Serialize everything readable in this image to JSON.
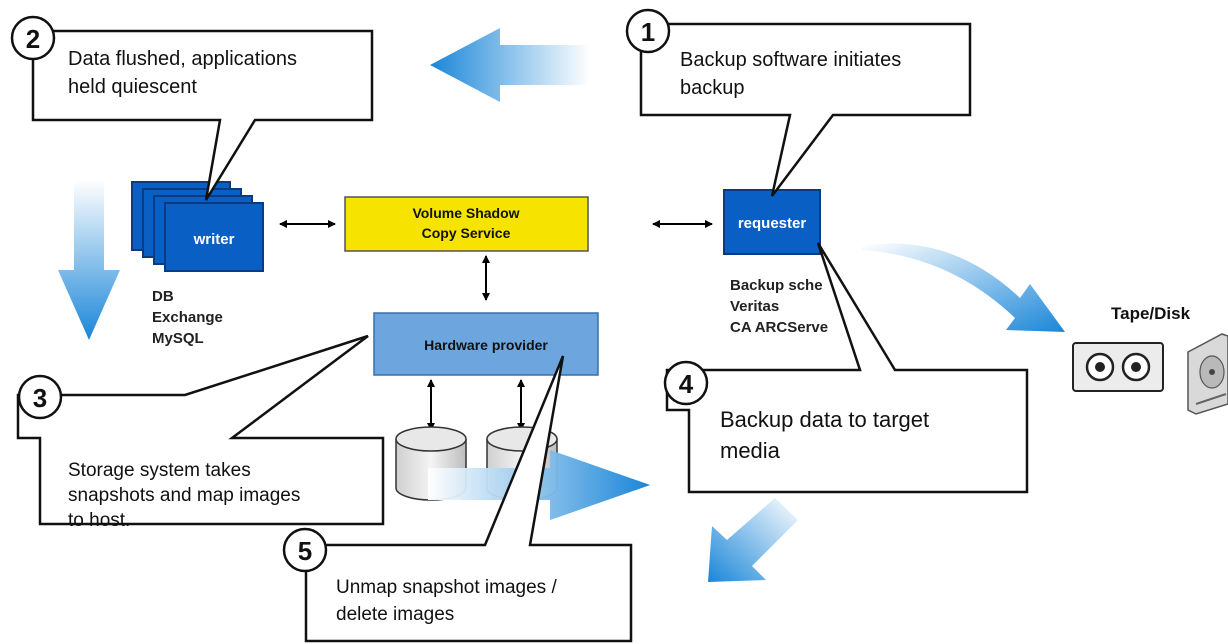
{
  "steps": [
    {
      "number": "1",
      "text_lines": [
        "Backup software initiates",
        "backup"
      ]
    },
    {
      "number": "2",
      "text_lines": [
        "Data flushed, applications",
        "held quiescent"
      ]
    },
    {
      "number": "3",
      "text_lines": [
        "Storage system takes",
        "snapshots and map images",
        "to host."
      ]
    },
    {
      "number": "4",
      "text_lines": [
        "Backup data  to target",
        "media"
      ]
    },
    {
      "number": "5",
      "text_lines": [
        "Unmap snapshot images /",
        "delete images"
      ]
    }
  ],
  "components": {
    "writer": "writer",
    "vss_lines": [
      "Volume Shadow",
      "Copy Service"
    ],
    "requester": "requester",
    "hardware_provider": "Hardware provider"
  },
  "writer_apps": [
    "DB",
    "Exchange",
    "MySQL"
  ],
  "requester_apps": [
    "Backup sche",
    "Veritas",
    "CA ARCServe"
  ],
  "media_label": "Tape/Disk",
  "colors": {
    "component_blue": "#0a5fc4",
    "vss_yellow": "#f6e400",
    "provider_blue": "#6da6de",
    "arrow_blue": "#1f8fdc"
  }
}
